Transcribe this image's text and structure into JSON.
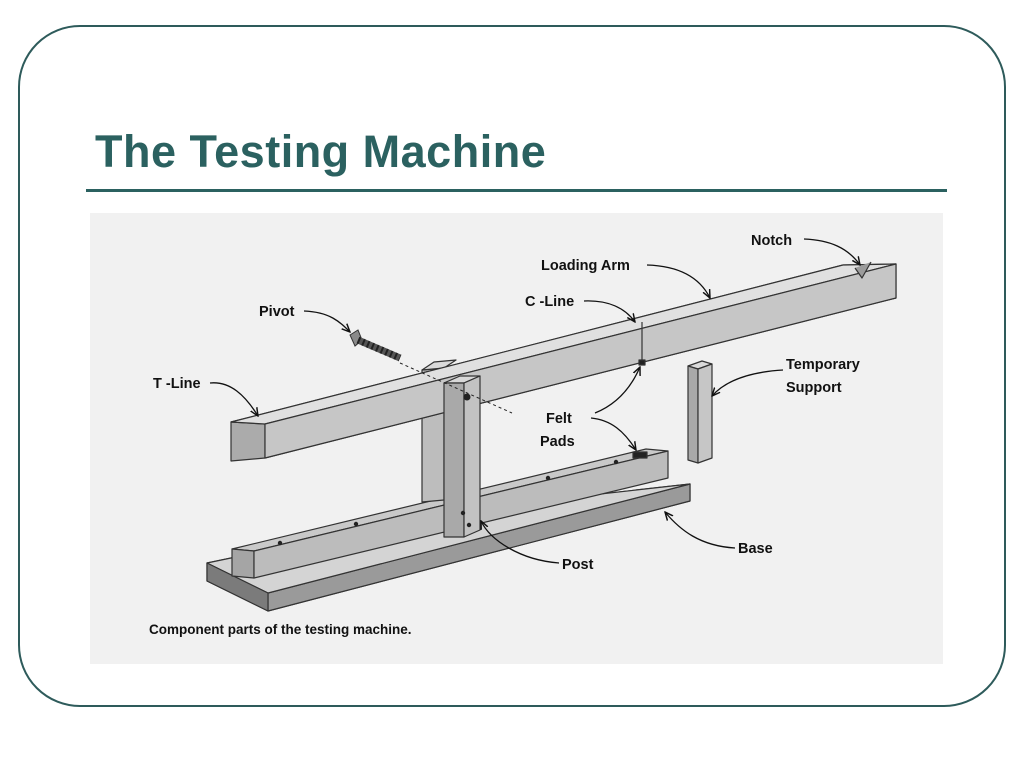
{
  "slide": {
    "title": "The Testing Machine"
  },
  "figure": {
    "caption": "Component parts of the testing machine.",
    "labels": {
      "notch": "Notch",
      "loading_arm": "Loading Arm",
      "c_line": "C -Line",
      "pivot": "Pivot",
      "t_line": "T -Line",
      "temporary_support_1": "Temporary",
      "temporary_support_2": "Support",
      "felt_pads_1": "Felt",
      "felt_pads_2": "Pads",
      "post": "Post",
      "base": "Base"
    }
  },
  "colors": {
    "accent": "#2b6160",
    "frame": "#2e5b5b",
    "figure_background": "#f1f1f1"
  }
}
